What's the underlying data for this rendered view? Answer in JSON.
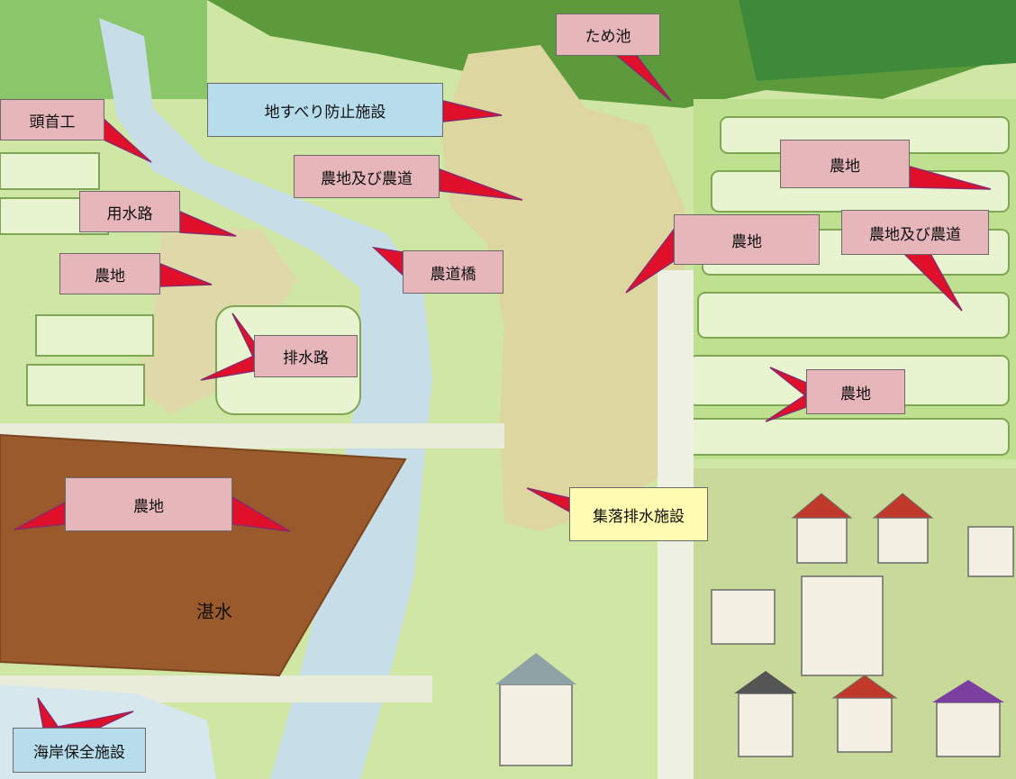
{
  "labels": {
    "tameike": "ため池",
    "jisuberi": "地すべり防止施設",
    "toushukou": "頭首工",
    "nouchi_oyobi_noudou_center": "農地及び農道",
    "nouchi_top_right": "農地",
    "yousuiro": "用水路",
    "nouchi_center_right": "農地",
    "nouchi_oyobi_noudou_right": "農地及び農道",
    "nouchi_left": "農地",
    "noudoukyou": "農道橋",
    "haisuiro": "排水路",
    "nouchi_right_lower": "農地",
    "nouchi_flooded": "農地",
    "shuuraku_haisui": "集落排水施設",
    "kaigan_hozen": "海岸保全施設"
  },
  "flooded_area_text": "湛水",
  "colors": {
    "label_pink": "#e6b6bb",
    "label_blue": "#b7dcec",
    "label_yellow": "#fffbb0",
    "pointer_red": "#e0102a",
    "flood_brown": "#9a5a2c"
  }
}
